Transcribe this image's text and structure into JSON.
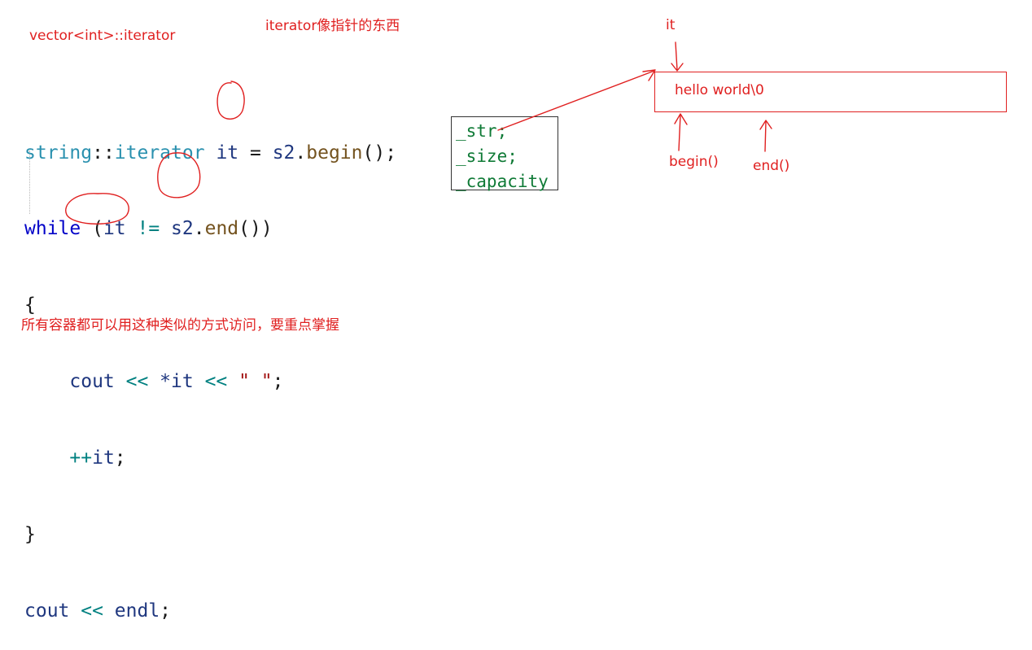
{
  "notes": {
    "vector_iterator": "vector<int>::iterator",
    "iterator_like_pointer": "iterator像指针的东西",
    "all_containers": "所有容器都可以用这种类似的方式访问，要重点掌握"
  },
  "code": {
    "l1_type": "string",
    "l1_scope": "::",
    "l1_iter": "iterator",
    "l1_var": "it",
    "l1_assign": " = ",
    "l1_obj": "s2",
    "l1_dot": ".",
    "l1_fn": "begin",
    "l1_end": "();",
    "l2_kw": "while",
    "l2_open": " (",
    "l2_var": "it",
    "l2_neq": " != ",
    "l2_obj": "s2",
    "l2_dot": ".",
    "l2_fn": "end",
    "l2_close": "())",
    "l3_brace": "{",
    "l4_indent": "    ",
    "l4_cout": "cout",
    "l4_op1": " << ",
    "l4_deref": "*it",
    "l4_op2": " << ",
    "l4_str": "\" \"",
    "l4_semi": ";",
    "l5_indent": "    ",
    "l5_inc": "++",
    "l5_var": "it",
    "l5_semi": ";",
    "l6_brace": "}",
    "l7_cout": "cout",
    "l7_op": " << ",
    "l7_endl": "endl",
    "l7_semi": ";"
  },
  "struct_fields": [
    "_str;",
    "_size;",
    "_capacity"
  ],
  "buffer": {
    "text": "hello world\\0"
  },
  "labels": {
    "it": "it",
    "begin": "begin()",
    "end": "end()"
  },
  "colors": {
    "annotation": "#e02020",
    "keyword": "#0000c8",
    "type": "#2b91af",
    "function": "#74531f",
    "variable": "#1f377f",
    "string": "#a31515",
    "field": "#0f7a36"
  }
}
